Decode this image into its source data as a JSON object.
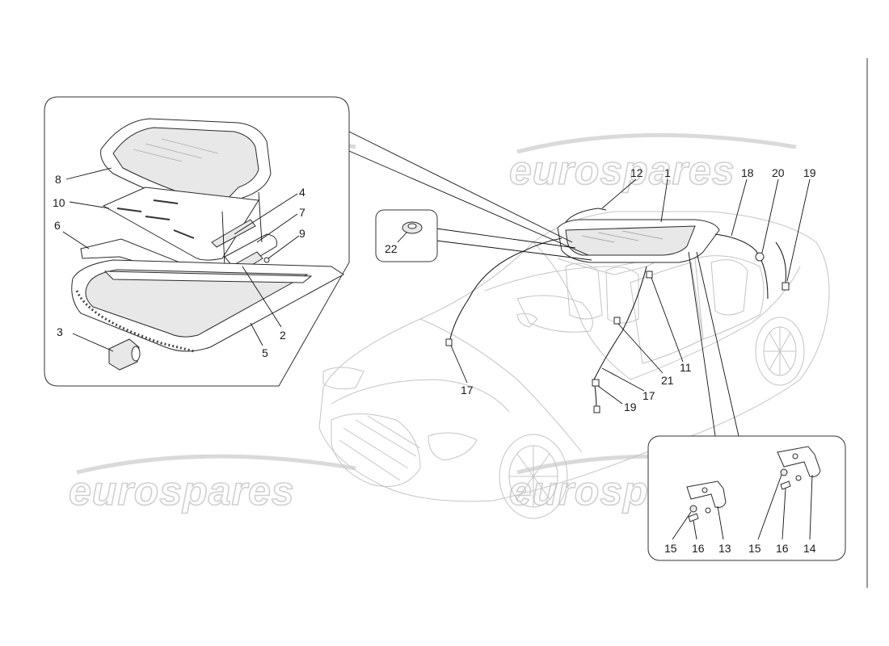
{
  "watermark": {
    "text": "eurospares"
  },
  "labels": {
    "main": [
      {
        "id": "12",
        "text": "12"
      },
      {
        "id": "1",
        "text": "1"
      },
      {
        "id": "18",
        "text": "18"
      },
      {
        "id": "20",
        "text": "20"
      },
      {
        "id": "19a",
        "text": "19"
      },
      {
        "id": "11",
        "text": "11"
      },
      {
        "id": "21",
        "text": "21"
      },
      {
        "id": "17a",
        "text": "17"
      },
      {
        "id": "17b",
        "text": "17"
      },
      {
        "id": "19b",
        "text": "19"
      }
    ],
    "sunroof": [
      {
        "id": "8",
        "text": "8"
      },
      {
        "id": "10",
        "text": "10"
      },
      {
        "id": "6",
        "text": "6"
      },
      {
        "id": "4",
        "text": "4"
      },
      {
        "id": "7",
        "text": "7"
      },
      {
        "id": "9",
        "text": "9"
      },
      {
        "id": "2",
        "text": "2"
      },
      {
        "id": "3",
        "text": "3"
      },
      {
        "id": "5",
        "text": "5"
      }
    ],
    "clip": [
      {
        "id": "22",
        "text": "22"
      }
    ],
    "bracket": [
      {
        "id": "15a",
        "text": "15"
      },
      {
        "id": "16a",
        "text": "16"
      },
      {
        "id": "13",
        "text": "13"
      },
      {
        "id": "15b",
        "text": "15"
      },
      {
        "id": "16b",
        "text": "16"
      },
      {
        "id": "14",
        "text": "14"
      }
    ]
  }
}
